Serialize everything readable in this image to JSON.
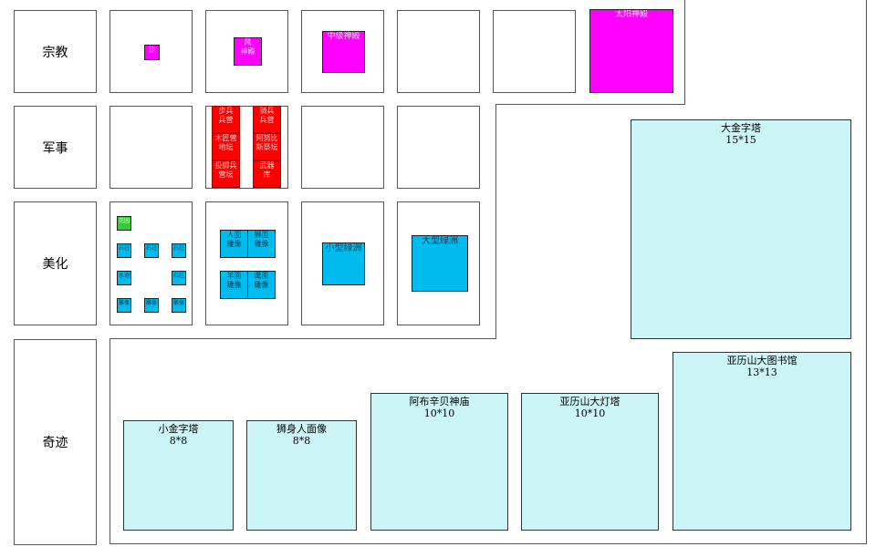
{
  "rows": {
    "religion": "宗教",
    "military": "军事",
    "beautify": "美化",
    "wonders": "奇迹"
  },
  "religion": {
    "small": "沙",
    "wind_l1": "风",
    "wind_l2": "神殿",
    "mid": "中级神殿",
    "sun": "太阳神殿"
  },
  "military": {
    "c1": [
      "步兵",
      "兵营"
    ],
    "c2": [
      "骑兵",
      "兵营"
    ],
    "c3": [
      "木匠营",
      "地坛"
    ],
    "c4": [
      "阿努比",
      "斯祭坛"
    ],
    "c5": [
      "投掷兵",
      "营坛"
    ],
    "c6": [
      "武器",
      "库"
    ]
  },
  "beautify": {
    "garden": "花园",
    "s1": "石柱",
    "s2": "石柱",
    "s3": "石柱",
    "s4": "水池",
    "s5": "石柱",
    "s6": "雕像",
    "s7": "雕像",
    "s8": "雕像",
    "statue1": [
      "人面",
      "雕像"
    ],
    "statue2": [
      "狮面",
      "雕像"
    ],
    "statue3": [
      "羊面",
      "雕像"
    ],
    "statue4": [
      "鹰面",
      "雕像"
    ],
    "oasis_small": "小型绿洲",
    "oasis_large": "大型绿洲"
  },
  "wonders": {
    "great_pyramid": {
      "name": "大金字塔",
      "size": "15*15"
    },
    "alexandria_library": {
      "name": "亚历山大图书馆",
      "size": "13*13"
    },
    "abu_simbel": {
      "name": "阿布辛贝神庙",
      "size": "10*10"
    },
    "lighthouse": {
      "name": "亚历山大灯塔",
      "size": "10*10"
    },
    "small_pyramid": {
      "name": "小金字塔",
      "size": "8*8"
    },
    "sphinx": {
      "name": "狮身人面像",
      "size": "8*8"
    }
  },
  "colors": {
    "religion": "#ff00ff",
    "military": "#ff0000",
    "garden": "#33cc33",
    "beautify": "#00bbee",
    "wonder": "#ccf5f7"
  }
}
